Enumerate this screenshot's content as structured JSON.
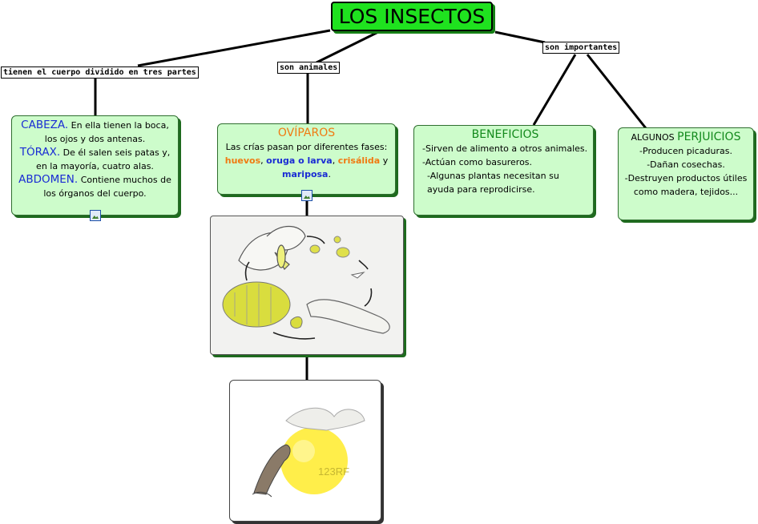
{
  "title": "LOS INSECTOS",
  "links": {
    "left": "tienen el cuerpo dividido en tres partes",
    "middle": "son animales",
    "right": "son importantes"
  },
  "body_parts": {
    "cabeza": "CABEZA.",
    "cabeza_text": " En ella tienen la boca, los ojos y dos antenas.",
    "torax": "TÓRAX.",
    "torax_text": " De él salen seis patas y, en la mayoría, cuatro alas.",
    "abdomen": "ABDOMEN.",
    "abdomen_text": " Contiene muchos de los órganos del cuerpo."
  },
  "oviparos": {
    "heading": "OVÍPAROS",
    "text": "Las crías pasan por diferentes fases:",
    "stage1": "huevos",
    "sep1": ", ",
    "stage2": "oruga o larva",
    "sep2": ", ",
    "stage3": "crisálida",
    "sep3": " y ",
    "stage4": "mariposa",
    "end": "."
  },
  "beneficios": {
    "heading": "BENEFICIOS",
    "items": [
      "-Sirven de alimento a otros animales.",
      "-Actúan como basureros.",
      "-Algunas plantas necesitan su ayuda para reprodicirse."
    ]
  },
  "perjuicios": {
    "prefix": "ALGUNOS ",
    "heading": "PERJUICIOS",
    "items": [
      "-Producen picaduras.",
      "-Dañan cosechas.",
      "-Destruyen productos útiles como madera, tejidos..."
    ]
  },
  "photo2_watermark": "123RF",
  "colors": {
    "title_bg": "#1fe21f",
    "concept_bg": "#cdfccb",
    "blue": "#1a2cd4",
    "orange": "#f07a12",
    "green": "#138a1c"
  }
}
